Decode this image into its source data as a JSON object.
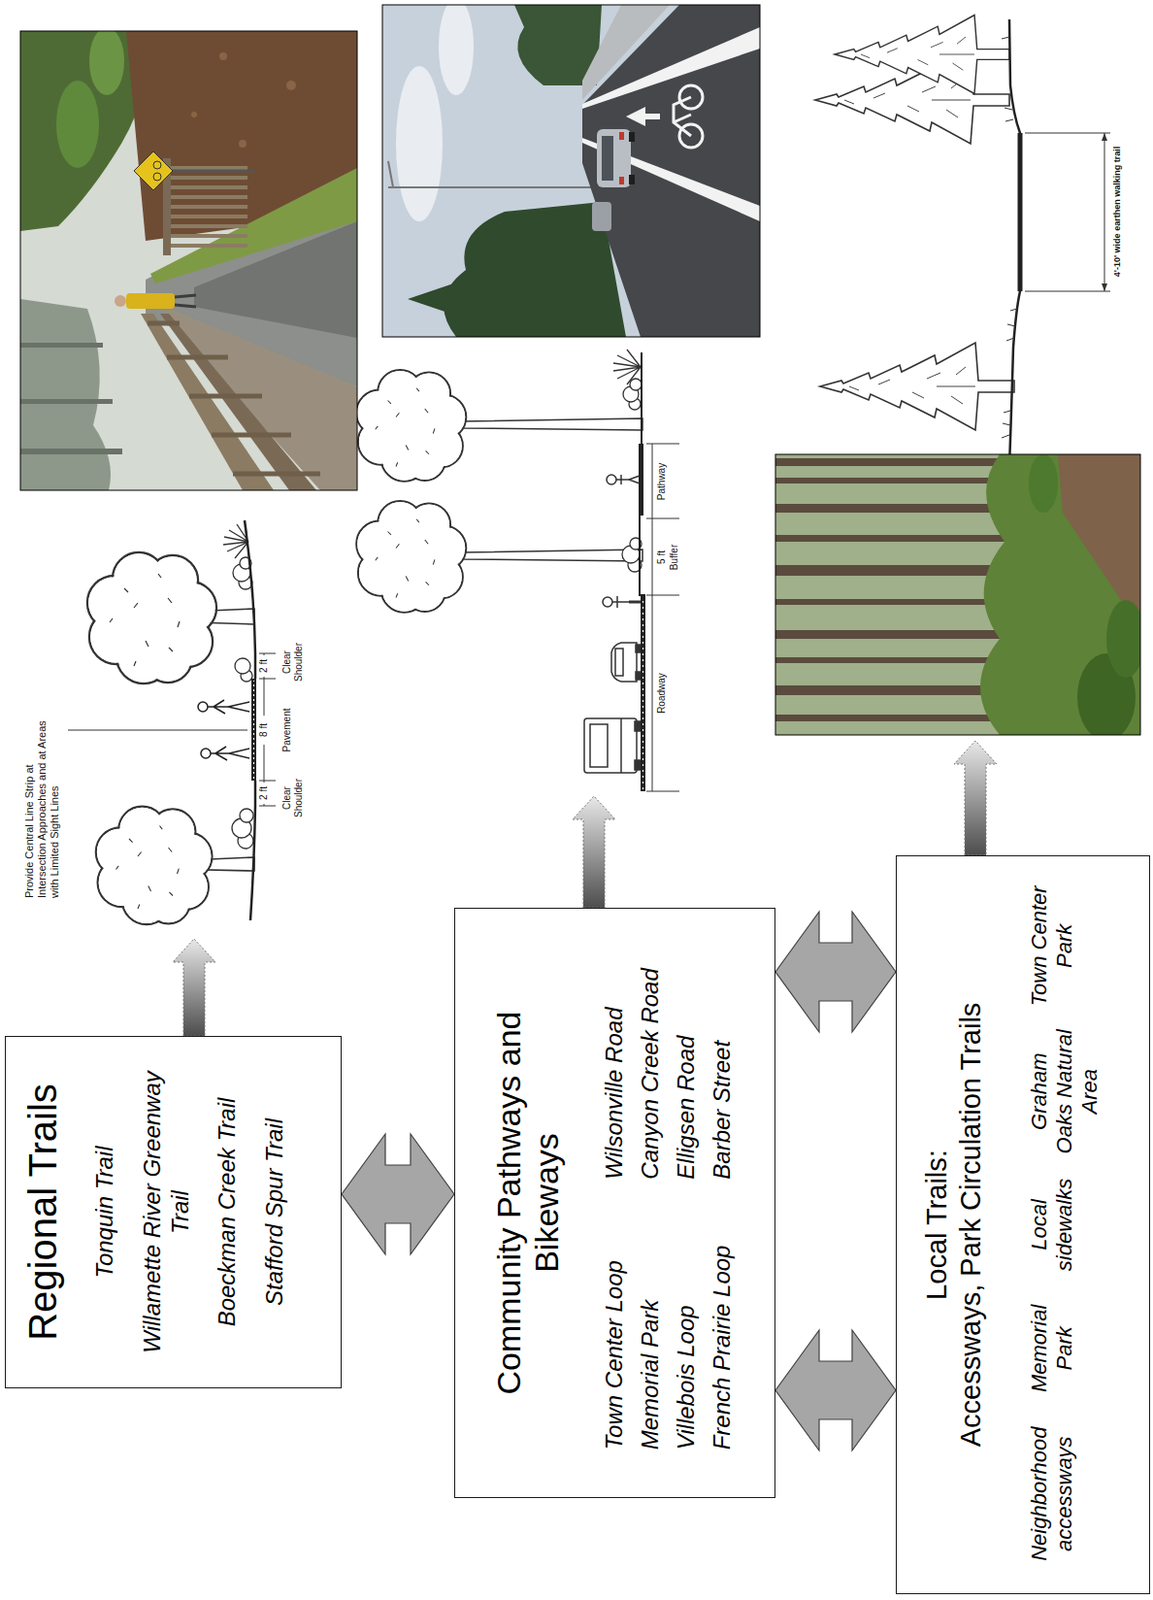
{
  "diagram": {
    "nodes": [
      {
        "text": [
          "Regional Trails",
          "Tonquin Trail",
          "Willamette River Greenway Trail",
          "Boeckman Creek Trail",
          "Stafford Spur Trail"
        ]
      },
      {
        "text": [
          "Community Pathways and Bikeways",
          "Town Center Loop",
          "Memorial Park",
          "Villebois Loop",
          "French Prairie Loop",
          "Wilsonville Road",
          "Canyon Creek Road",
          "Elligsen Road",
          "Barber Street"
        ]
      },
      {
        "text": [
          "Local Trails:",
          "Accessways, Park Circulation Trails",
          "Neighborhood accessways",
          "Memorial Park",
          "Local sidewalks",
          "Graham Oaks Natural Area",
          "Town Center Park"
        ]
      }
    ],
    "edges": [
      {
        "from": 0,
        "to": 1,
        "arrow": "both"
      },
      {
        "from": 1,
        "to": 2,
        "arrow": "both"
      },
      {
        "from": 1,
        "to": 2,
        "arrow": "both"
      }
    ],
    "labels": [
      "Provide Central Line Strip at Intersection Approaches and at Areas with Limited Sight Lines",
      "2 ft",
      "Clear Shoulder",
      "8 ft",
      "Pavement",
      "2 ft",
      "Clear Shoulder",
      "Roadway",
      "5 ft",
      "Buffer",
      "Pathway",
      "4'-10' wide earthen walking trail"
    ]
  }
}
